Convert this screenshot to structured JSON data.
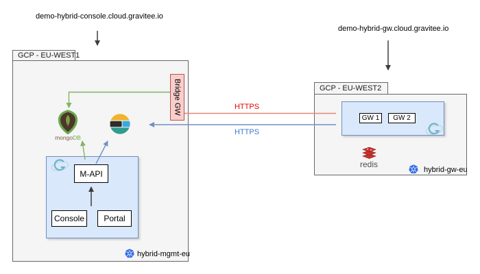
{
  "left": {
    "dns": "demo-hybrid-console.cloud.gravitee.io",
    "zone": "GCP - EU-WEST1",
    "bridge_gw": "Bridge GW",
    "mongo_word_1": "mongo",
    "mongo_word_2": "DB",
    "mapi": "M-API",
    "console": "Console",
    "portal": "Portal",
    "k8s_name": "hybrid-mgmt-eu"
  },
  "right": {
    "dns": "demo-hybrid-gw.cloud.gravitee.io",
    "zone": "GCP - EU-WEST2",
    "gw1": "GW 1",
    "gw2": "GW 2",
    "redis": "redis",
    "k8s_name": "hybrid-gw-eu"
  },
  "connections": {
    "https_bridge": "HTTPS",
    "https_es": "HTTPS"
  },
  "icons": {
    "mongodb": "mongodb-shield-leaf-icon",
    "elasticsearch": "elasticsearch-circle-icon",
    "gravitee": "gravitee-g-swirl-icon",
    "kubernetes": "kubernetes-helm-wheel-icon",
    "redis": "redis-stack-icon"
  },
  "colors": {
    "zone_fill": "#f5f5f5",
    "zone_border": "#666666",
    "cluster_fill": "#dae8fc",
    "cluster_border": "#6c8ebf",
    "bridge_fill": "#f8cecc",
    "bridge_border": "#b85450",
    "https_red": "#e60000",
    "https_blue": "#3b77db",
    "line_red": "#e8827c",
    "line_blue": "#7191c4",
    "line_green": "#82b366",
    "kubernetes_blue": "#326ce5",
    "redis_red": "#c6302b",
    "mongo_green": "#6cac48",
    "mongo_brown": "#4e3629",
    "mongo_brown_text": "#7a5c3c",
    "elastic_yellow": "#f1b32e",
    "elastic_teal": "#2f9d8c",
    "elastic_blue": "#38a9e2",
    "elastic_dark": "#2d2d2d",
    "gravitee_teal": "#6fb3c3",
    "gravitee_teal_light": "#b9dae3"
  }
}
